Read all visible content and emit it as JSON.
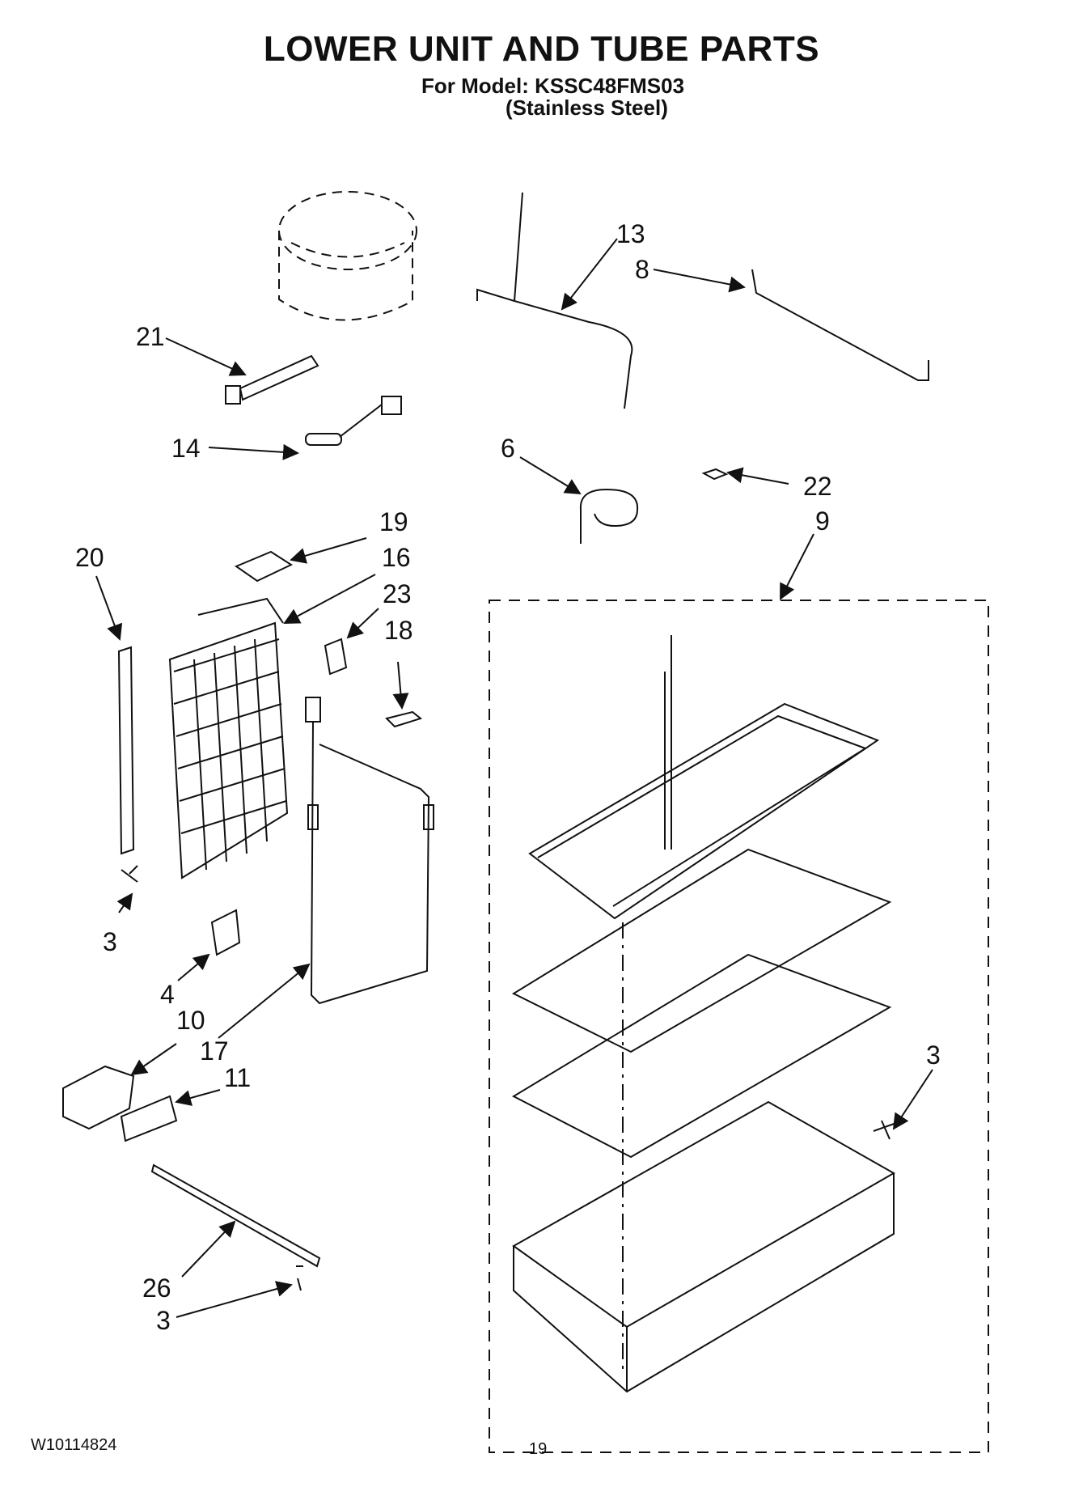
{
  "header": {
    "title": "LOWER UNIT AND TUBE PARTS",
    "model_line": "For Model: KSSC48FMS03",
    "finish_line": "(Stainless Steel)"
  },
  "callouts": {
    "c13": "13",
    "c8": "8",
    "c21": "21",
    "c14": "14",
    "c6": "6",
    "c22": "22",
    "c9": "9",
    "c19": "19",
    "c16": "16",
    "c20": "20",
    "c23": "23",
    "c18": "18",
    "c3a": "3",
    "c4": "4",
    "c10": "10",
    "c17": "17",
    "c11": "11",
    "c3b": "3",
    "c26": "26",
    "c3c": "3"
  },
  "footer": {
    "doc_number": "W10114824",
    "page_number": "19"
  }
}
